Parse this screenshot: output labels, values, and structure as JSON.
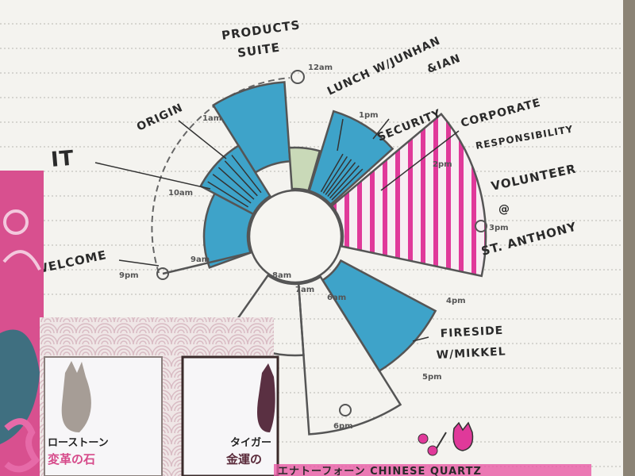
{
  "colors": {
    "paper": "#f4f3ef",
    "ink": "#2a2a2a",
    "blue": "#3ea3c9",
    "green": "#c9d9b8",
    "pink": "#e0399a",
    "fabric_pink": "#d8508f",
    "fabric_teal": "#3f6f80"
  },
  "time_labels": {
    "t12am": "12am",
    "t1am": "1am",
    "t10am": "10am",
    "t9am": "9am",
    "t8am": "8am",
    "t7am": "7am",
    "t6am": "6am",
    "t1pm": "1pm",
    "t2pm": "2pm",
    "t3pm": "3pm",
    "t4pm": "4pm",
    "t5pm": "5pm",
    "t6pm": "6pm",
    "t9pm": "9pm"
  },
  "events": {
    "products": [
      "PRODUCTS",
      "SUITE"
    ],
    "origin": "ORIGIN",
    "it": "IT",
    "welcome": "WELCOME",
    "lunch": [
      "LUNCH W/JUNHAN",
      "&IAN"
    ],
    "security": "SECURITY",
    "corporate": [
      "CORPORATE",
      "RESPONSIBILITY"
    ],
    "volunteer": [
      "VOLUNTEER",
      "@",
      "ST. ANTHONY"
    ],
    "fireside": [
      "FIRESIDE",
      "W/MIKKEL"
    ]
  },
  "cards": {
    "left_kana": "ローストーン",
    "left_kanji": "変革の石",
    "right_kana": "タイガー",
    "right_kanji": "金運の"
  },
  "bottom_note": "エナトーフォーン CHINESE QUARTZ"
}
